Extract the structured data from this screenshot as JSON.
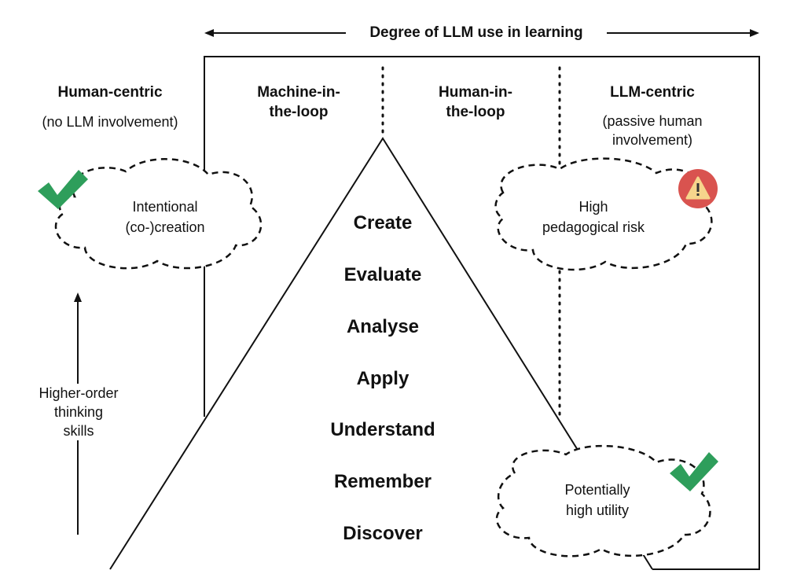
{
  "header": {
    "axis_label": "Degree of LLM use in learning"
  },
  "columns": {
    "human_centric": {
      "title": "Human-centric",
      "subtitle": "(no LLM involvement)"
    },
    "machine_in_the_loop": {
      "title_line1": "Machine-in-",
      "title_line2": "the-loop"
    },
    "human_in_the_loop": {
      "title_line1": "Human-in-",
      "title_line2": "the-loop"
    },
    "llm_centric": {
      "title": "LLM-centric",
      "subtitle_line1": "(passive human",
      "subtitle_line2": "involvement)"
    }
  },
  "clouds": {
    "intentional": {
      "line1": "Intentional",
      "line2": "(co-)creation",
      "icon": "check-icon"
    },
    "risk": {
      "line1": "High",
      "line2": "pedagogical risk",
      "icon": "warning-icon"
    },
    "utility": {
      "line1": "Potentially",
      "line2": "high utility",
      "icon": "check-icon"
    }
  },
  "pyramid": {
    "levels": [
      "Create",
      "Evaluate",
      "Analyse",
      "Apply",
      "Understand",
      "Remember",
      "Discover"
    ]
  },
  "side_axis": {
    "line1": "Higher-order",
    "line2": "thinking",
    "line3": "skills"
  },
  "colors": {
    "check": "#2e9e5b",
    "warning_fill": "#d9534f",
    "warning_triangle": "#f6d58c",
    "line": "#111111"
  }
}
